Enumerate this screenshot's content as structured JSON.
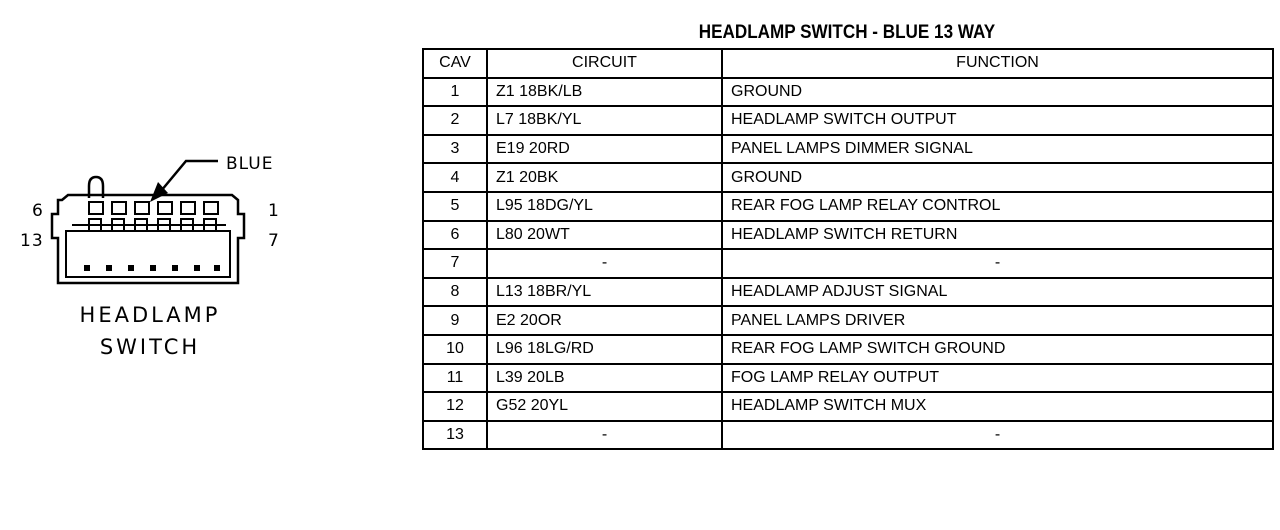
{
  "connector": {
    "color_label": "BLUE",
    "pin_top_left": "6",
    "pin_top_right": "1",
    "pin_bottom_left": "13",
    "pin_bottom_right": "7",
    "caption_line1": "HEADLAMP",
    "caption_line2": "SWITCH"
  },
  "table": {
    "title": "HEADLAMP SWITCH - BLUE 13 WAY",
    "headers": [
      "CAV",
      "CIRCUIT",
      "FUNCTION"
    ],
    "rows": [
      {
        "cav": "1",
        "circuit": "Z1 18BK/LB",
        "function": "GROUND"
      },
      {
        "cav": "2",
        "circuit": "L7 18BK/YL",
        "function": "HEADLAMP SWITCH OUTPUT"
      },
      {
        "cav": "3",
        "circuit": "E19 20RD",
        "function": "PANEL LAMPS DIMMER SIGNAL"
      },
      {
        "cav": "4",
        "circuit": "Z1 20BK",
        "function": "GROUND"
      },
      {
        "cav": "5",
        "circuit": "L95 18DG/YL",
        "function": "REAR FOG LAMP RELAY CONTROL"
      },
      {
        "cav": "6",
        "circuit": "L80 20WT",
        "function": "HEADLAMP SWITCH RETURN"
      },
      {
        "cav": "7",
        "circuit": "-",
        "function": "-"
      },
      {
        "cav": "8",
        "circuit": "L13 18BR/YL",
        "function": "HEADLAMP ADJUST SIGNAL"
      },
      {
        "cav": "9",
        "circuit": "E2 20OR",
        "function": "PANEL LAMPS DRIVER"
      },
      {
        "cav": "10",
        "circuit": "L96 18LG/RD",
        "function": "REAR FOG LAMP SWITCH GROUND"
      },
      {
        "cav": "11",
        "circuit": "L39 20LB",
        "function": "FOG LAMP RELAY OUTPUT"
      },
      {
        "cav": "12",
        "circuit": "G52 20YL",
        "function": "HEADLAMP SWITCH MUX"
      },
      {
        "cav": "13",
        "circuit": "-",
        "function": "-"
      }
    ]
  }
}
